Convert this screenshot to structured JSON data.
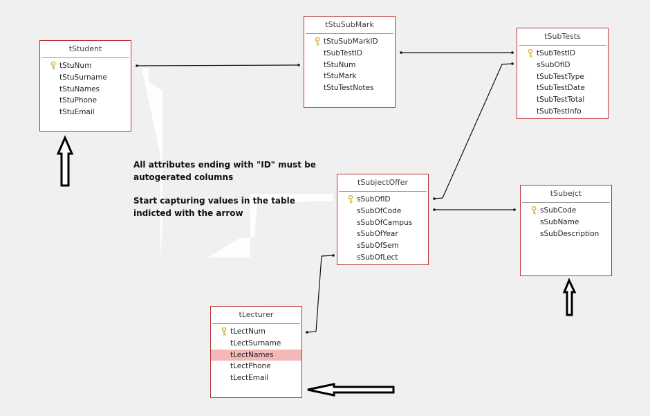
{
  "tables": {
    "tStudent": {
      "title": "tStudent",
      "fields": [
        {
          "name": "tStuNum",
          "key": true
        },
        {
          "name": "tStuSurname",
          "key": false
        },
        {
          "name": "tStuNames",
          "key": false
        },
        {
          "name": "tStuPhone",
          "key": false
        },
        {
          "name": "tStuEmail",
          "key": false
        }
      ]
    },
    "tStuSubMark": {
      "title": "tStuSubMark",
      "fields": [
        {
          "name": "tStuSubMarkID",
          "key": true
        },
        {
          "name": "tSubTestID",
          "key": false
        },
        {
          "name": "tStuNum",
          "key": false
        },
        {
          "name": "tStuMark",
          "key": false
        },
        {
          "name": "tStuTestNotes",
          "key": false
        }
      ]
    },
    "tSubTests": {
      "title": "tSubTests",
      "fields": [
        {
          "name": "tSubTestID",
          "key": true
        },
        {
          "name": "sSubOfID",
          "key": false
        },
        {
          "name": "tSubTestType",
          "key": false
        },
        {
          "name": "tSubTestDate",
          "key": false
        },
        {
          "name": "tSubTestTotal",
          "key": false
        },
        {
          "name": "tSubTestInfo",
          "key": false
        }
      ]
    },
    "tSubjectOffer": {
      "title": "tSubjectOffer",
      "fields": [
        {
          "name": "sSubOfID",
          "key": true
        },
        {
          "name": "sSubOfCode",
          "key": false
        },
        {
          "name": "sSubOfCampus",
          "key": false
        },
        {
          "name": "sSubOfYear",
          "key": false
        },
        {
          "name": "sSubOfSem",
          "key": false
        },
        {
          "name": "sSubOfLect",
          "key": false
        }
      ]
    },
    "tSubejct": {
      "title": "tSubejct",
      "fields": [
        {
          "name": "sSubCode",
          "key": true
        },
        {
          "name": "sSubName",
          "key": false
        },
        {
          "name": "sSubDescription",
          "key": false
        }
      ]
    },
    "tLecturer": {
      "title": "tLecturer",
      "fields": [
        {
          "name": "tLectNum",
          "key": true
        },
        {
          "name": "tLectSurname",
          "key": false
        },
        {
          "name": "tLectNames",
          "key": false,
          "highlighted": true
        },
        {
          "name": "tLectPhone",
          "key": false
        },
        {
          "name": "tLectEmail",
          "key": false
        }
      ]
    }
  },
  "notes": {
    "line1": "All attributes ending with \"ID\" must be",
    "line2": "autogerated columns",
    "line3": "Start capturing values in the table",
    "line4": "indicted with the arrow"
  },
  "colors": {
    "table_border": "#b83232",
    "highlight": "#f4b8b8",
    "key_icon": "#d9b93c",
    "background": "#f0f0f0"
  }
}
